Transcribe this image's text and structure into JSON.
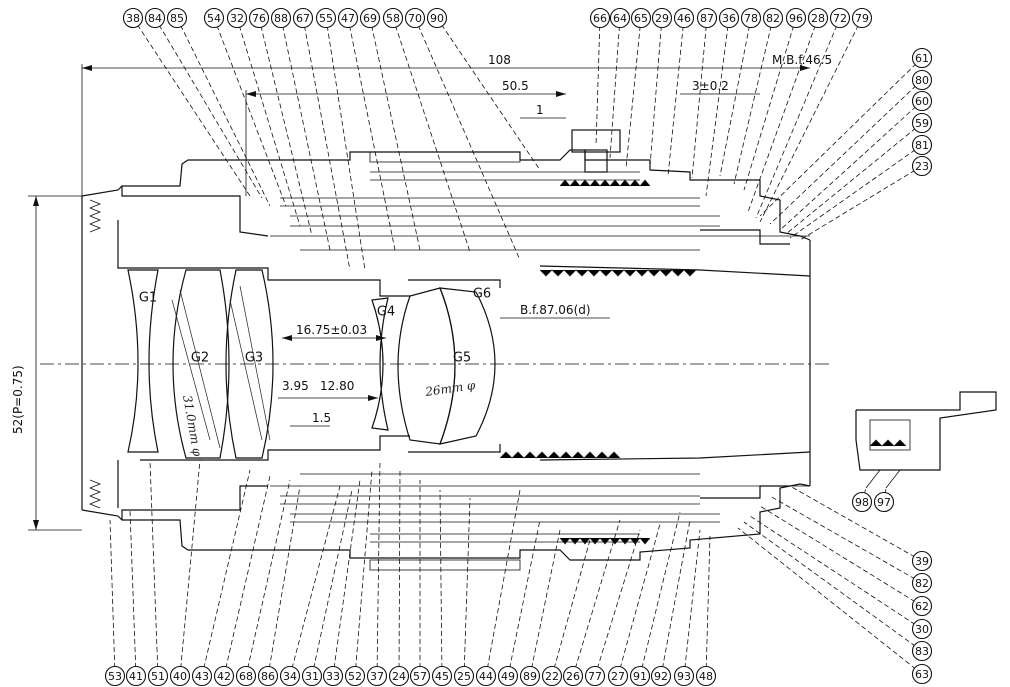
{
  "callouts": {
    "top": [
      "38",
      "84",
      "85",
      "54",
      "32",
      "76",
      "88",
      "67",
      "55",
      "47",
      "69",
      "58",
      "70",
      "90",
      "66",
      "64",
      "65",
      "29",
      "46",
      "87",
      "36",
      "78",
      "82",
      "96",
      "28",
      "72",
      "79"
    ],
    "right_top": [
      "61",
      "80",
      "60",
      "59",
      "81",
      "23"
    ],
    "right_bottom": [
      "39",
      "82",
      "62",
      "30",
      "83",
      "63"
    ],
    "bottom": [
      "53",
      "41",
      "51",
      "40",
      "43",
      "42",
      "68",
      "86",
      "34",
      "31",
      "33",
      "52",
      "37",
      "24",
      "57",
      "45",
      "25",
      "44",
      "49",
      "89",
      "22",
      "26",
      "77",
      "27",
      "91",
      "92",
      "93",
      "48"
    ],
    "inset": [
      "98",
      "97"
    ]
  },
  "dimensions": {
    "overall_length": "108",
    "mbf": "M.B.f.46.5",
    "length_50": "50.5",
    "gap_1": "1",
    "tolerance": "3±0.2",
    "diameter": "52(P=0.75)",
    "spacing_1675": "16.75±0.03",
    "spacing_395": "3.95",
    "spacing_1280": "12.80",
    "spacing_15": "1.5",
    "bf": "B.f.87.06(d)"
  },
  "lens_groups": [
    "G1",
    "G2",
    "G3",
    "G4",
    "G5",
    "G6"
  ],
  "handwritten": {
    "g2_note": "31.0mm φ",
    "g5_note": "26mm φ"
  }
}
